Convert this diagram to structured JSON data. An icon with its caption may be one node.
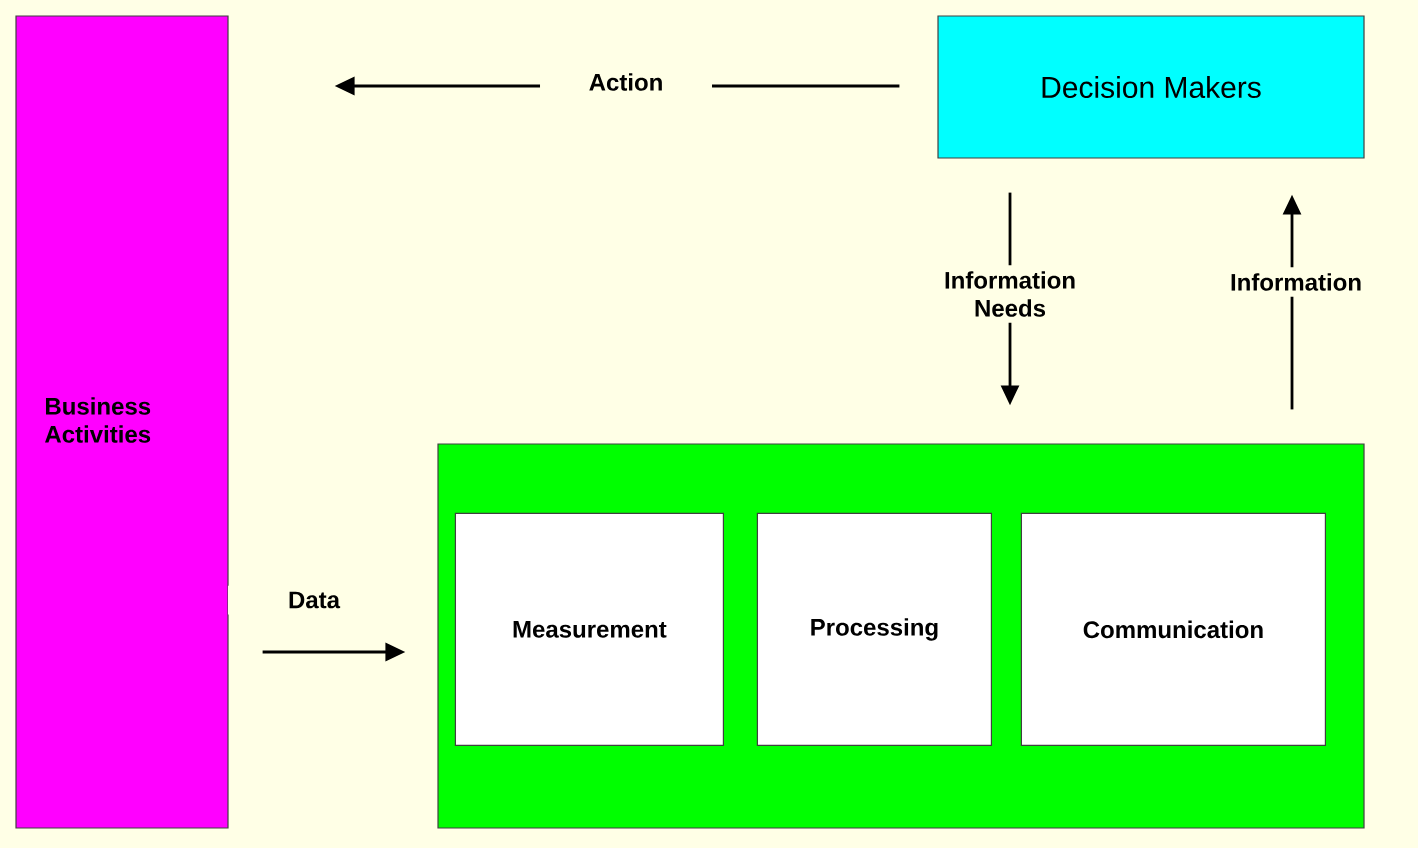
{
  "diagram": {
    "nodes": [
      {
        "text": [
          "Business Activities"
        ]
      },
      {
        "text": [
          "Decision Makers"
        ]
      },
      {
        "text": [],
        "shape": "box"
      },
      {
        "text": [
          "Measurement"
        ],
        "in": 2
      },
      {
        "text": [
          "Processing"
        ],
        "in": 2
      },
      {
        "text": [
          "Communication"
        ],
        "in": 2
      }
    ],
    "edges": [
      {
        "from": 1,
        "to": 0,
        "arrow": "to",
        "label": "Action"
      },
      {
        "from": 1,
        "to": 2,
        "arrow": "to",
        "label": "Information Needs"
      },
      {
        "from": 2,
        "to": 1,
        "arrow": "to",
        "label": "Information"
      },
      {
        "from": 0,
        "to": 2,
        "arrow": "to",
        "label": "Data"
      }
    ]
  }
}
